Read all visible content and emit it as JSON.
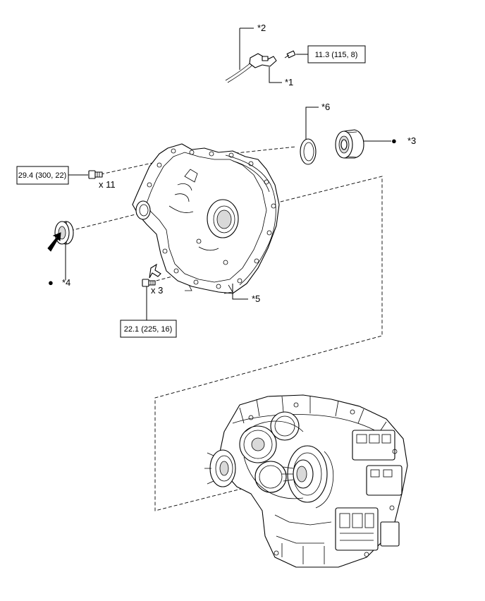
{
  "callouts": {
    "c1": "*1",
    "c2": "*2",
    "c3": "*3",
    "c4": "*4",
    "c5": "*5",
    "c6": "*6"
  },
  "torque_specs": {
    "sensor_bolt": "11.3 (115, 8)",
    "housing_bolts": "29.4 (300, 22)",
    "lower_bolts": "22.1 (225, 16)"
  },
  "quantities": {
    "housing_bolts": "x 11",
    "lower_bolts": "x 3"
  },
  "markers": {
    "bullet": "●"
  }
}
